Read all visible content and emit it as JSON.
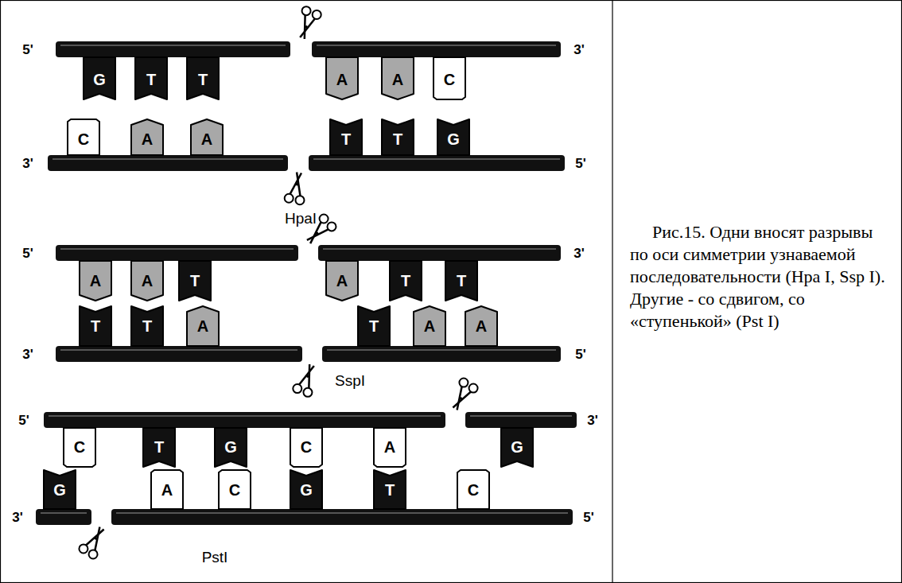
{
  "diagram": {
    "caption": "Рис.15. Одни вносят разрывы по оси симметрии узнаваемой последовательности (Hpa I, Ssp I). Другие - со сдвигом, со «ступенькой» (Pst I)",
    "labels": [
      "5'",
      "G",
      "T",
      "T",
      "A",
      "A",
      "C",
      "3'",
      "3'",
      "C",
      "A",
      "A",
      "T",
      "T",
      "G",
      "5'",
      "HpaI",
      "5'",
      "A",
      "A",
      "T",
      "A",
      "T",
      "T",
      "3'",
      "3'",
      "T",
      "T",
      "A",
      "T",
      "A",
      "A",
      "5'",
      "SspI",
      "5'",
      "C",
      "T",
      "G",
      "C",
      "A",
      "G",
      "3'",
      "3'",
      "G",
      "A",
      "C",
      "G",
      "T",
      "C",
      "5'",
      "PstI"
    ]
  }
}
